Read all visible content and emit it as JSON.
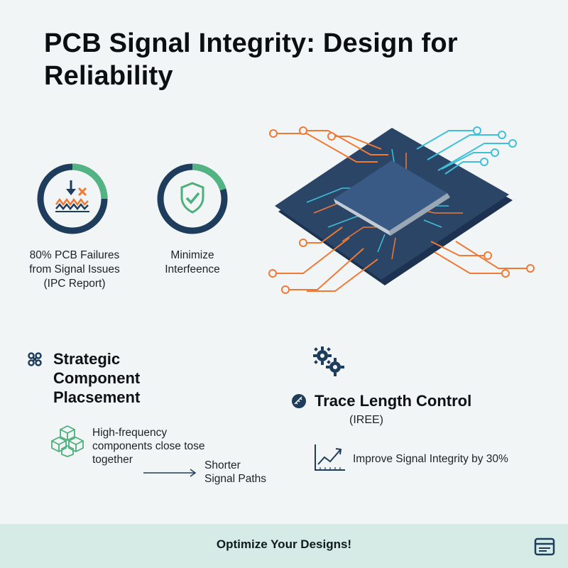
{
  "title": "PCB Signal Integrity: Design for Reliability",
  "stats": [
    {
      "label_lines": [
        "80% PCB Failures",
        "from Signal Issues",
        "(IPC Report)"
      ],
      "icon": "signal-failure-icon",
      "progress": 0.25
    },
    {
      "label_lines": [
        "Minimize",
        "Interfeence"
      ],
      "icon": "shield-check-icon",
      "progress": 0.2
    }
  ],
  "placement": {
    "heading_lines": [
      "Strategic",
      "Component",
      "Placsement"
    ],
    "detail_lines": [
      "High-frequency",
      "components close tose",
      "together"
    ],
    "result_lines": [
      "Shorter",
      "Signal Paths"
    ]
  },
  "trace": {
    "heading": "Trace Length Control",
    "subheading": "(IREE)",
    "benefit": "Improve Signal Integrity by 30%"
  },
  "footer": {
    "cta": "Optimize Your Designs!"
  },
  "colors": {
    "navy": "#1e3d5c",
    "green": "#4caf7d",
    "orange": "#f07a35",
    "cyan": "#3fc0d8",
    "chip": "#2b4567",
    "footer_bg": "#d6ebe6"
  }
}
